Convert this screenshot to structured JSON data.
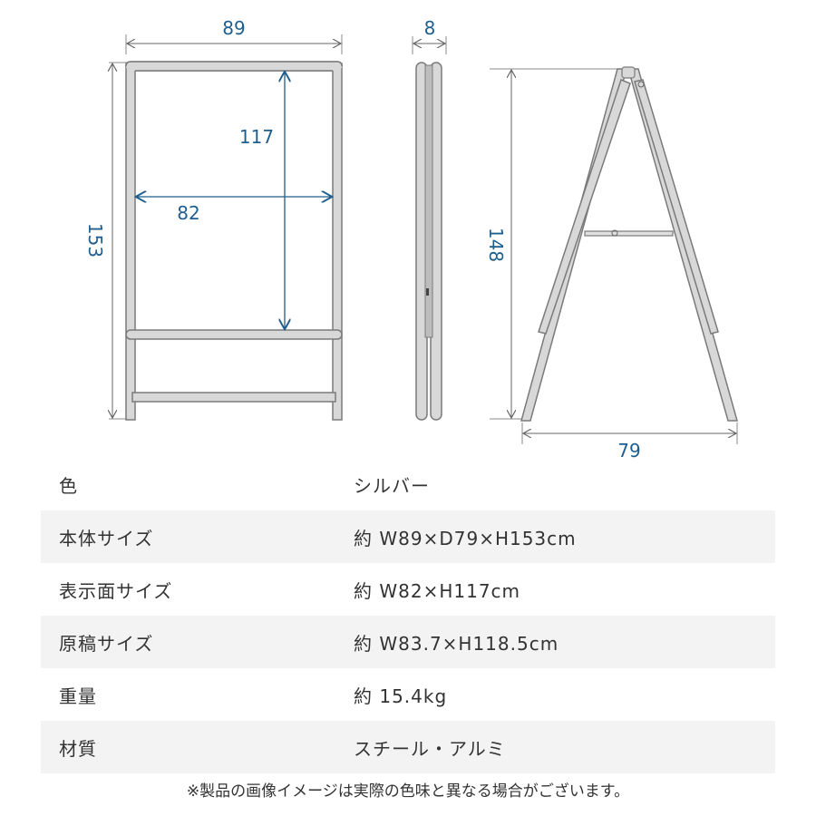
{
  "dimensions": {
    "front_width": "89",
    "depth": "8",
    "front_height": "153",
    "display_height": "117",
    "display_width": "82",
    "side_height": "148",
    "side_width": "79"
  },
  "specs": [
    {
      "label": "色",
      "value": "シルバー"
    },
    {
      "label": "本体サイズ",
      "value": "約 W89×D79×H153cm"
    },
    {
      "label": "表示面サイズ",
      "value": "約 W82×H117cm"
    },
    {
      "label": "原稿サイズ",
      "value": "約 W83.7×H118.5cm"
    },
    {
      "label": "重量",
      "value": "約 15.4kg"
    },
    {
      "label": "材質",
      "value": "スチール・アルミ"
    }
  ],
  "note": "※製品の画像イメージは実際の色味と異なる場合がございます。",
  "colors": {
    "dimension": "#1f5f8f",
    "frame": "#9a9a9a",
    "shaded_row": "#f3f3f3"
  }
}
